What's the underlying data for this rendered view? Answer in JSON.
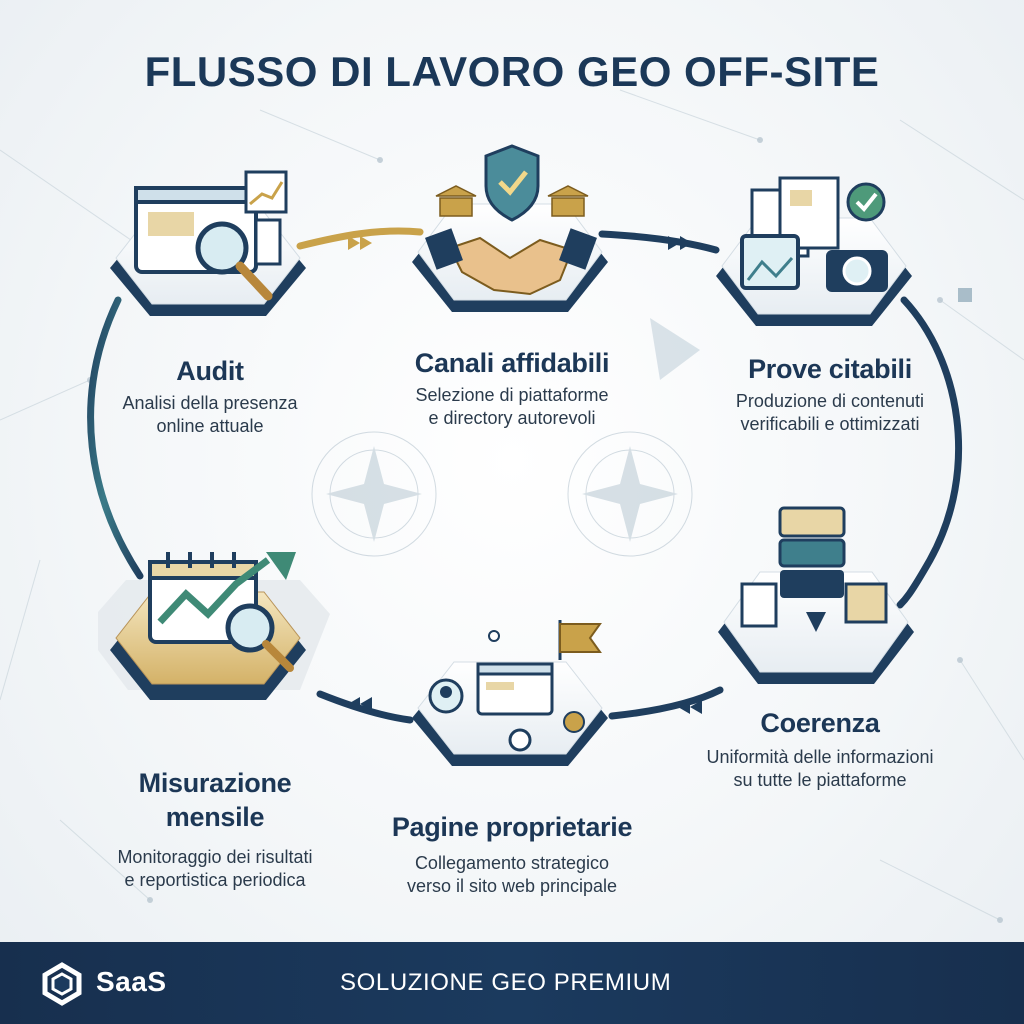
{
  "title": "FLUSSO DI LAVORO GEO OFF-SITE",
  "nodes": [
    {
      "title": "Audit",
      "desc1": "Analisi della presenza",
      "desc2": "online attuale",
      "icon": "audit-magnifier-icon"
    },
    {
      "title": "Canali affidabili",
      "desc1": "Selezione di piattaforme",
      "desc2": "e directory autorevoli",
      "icon": "handshake-icon"
    },
    {
      "title": "Prove citabili",
      "desc1": "Produzione di contenuti",
      "desc2": "verificabili e ottimizzati",
      "icon": "documents-camera-icon"
    },
    {
      "title": "Coerenza",
      "desc1": "Uniformità delle informazioni",
      "desc2": "su tutte le piattaforme",
      "icon": "database-stack-icon"
    },
    {
      "title": "Pagine proprietarie",
      "desc1": "Collegamento strategico",
      "desc2": "verso il sito web principale",
      "icon": "webpage-flag-icon"
    },
    {
      "title1": "Misurazione",
      "title2": "mensile",
      "desc1": "Monitoraggio dei risultati",
      "desc2": "e reportistica periodica",
      "icon": "calendar-chart-icon"
    }
  ],
  "footer": {
    "brand": "SaaS",
    "tagline": "SOLUZIONE GEO PREMIUM"
  },
  "colors": {
    "navy": "#1b3858",
    "gold": "#c9a24a",
    "teal": "#3f7f8c",
    "footer": "#1b3a5e"
  }
}
